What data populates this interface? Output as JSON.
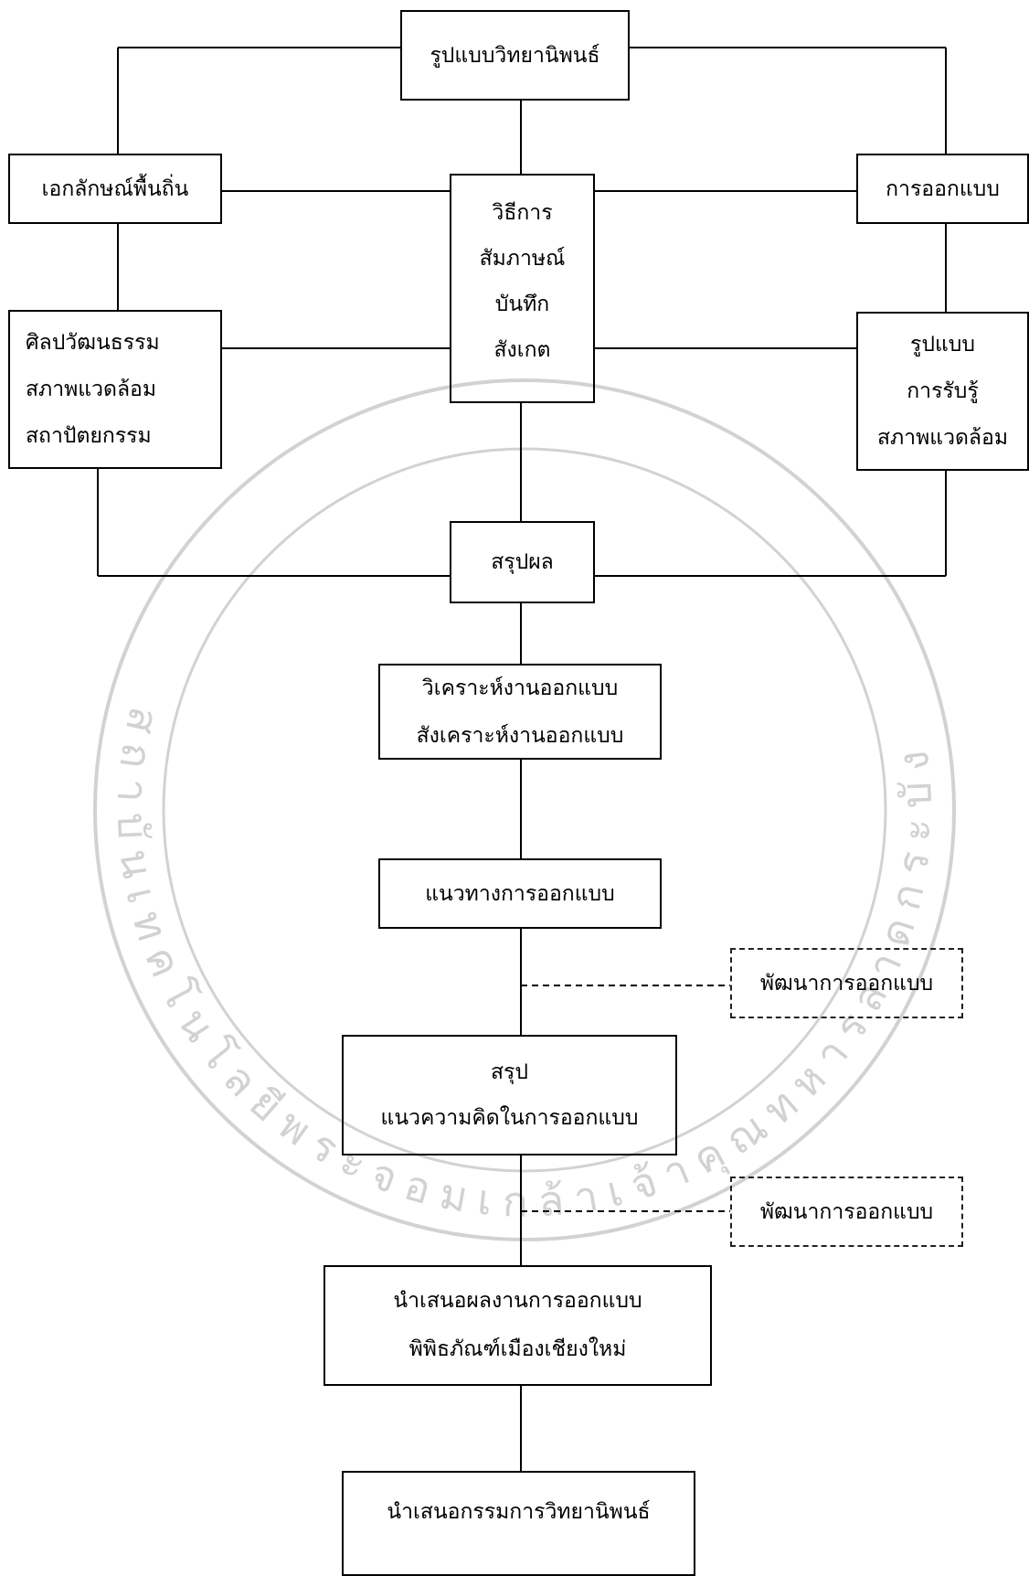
{
  "nodes": {
    "thesis_format": "รูปแบบวิทยานิพนธ์",
    "local_identity": "เอกลักษณ์พื้นถิ่น",
    "methods": [
      "วิธีการ",
      "สัมภาษณ์",
      "บันทึก",
      "สังเกต"
    ],
    "design": "การออกแบบ",
    "culture": [
      "ศิลปวัฒนธรรม",
      "สภาพแวดล้อม",
      "สถาปัตยกรรม"
    ],
    "perception": [
      "รูปแบบ",
      "การรับรู้",
      "สภาพแวดล้อม"
    ],
    "summary": "สรุปผล",
    "analysis": [
      "วิเคราะห์งานออกแบบ",
      "สังเคราะห์งานออกแบบ"
    ],
    "design_direction": "แนวทางการออกแบบ",
    "design_development_1": "พัฒนาการออกแบบ",
    "concept": [
      "สรุป",
      "แนวความคิดในการออกแบบ"
    ],
    "design_development_2": "พัฒนาการออกแบบ",
    "presentation": [
      "นำเสนอผลงานการออกแบบ",
      "พิพิธภัณฑ์เมืองเชียงใหม่"
    ],
    "committee": "นำเสนอกรรมการวิทยานิพนธ์"
  },
  "watermark": {
    "text": "สถาบันเทคโนโลยีพระจอมเกล้าเจ้าคุณทหารลาดกระบัง"
  },
  "colors": {
    "line": "#000000",
    "background": "#ffffff",
    "watermark": "#d2d2d2"
  }
}
